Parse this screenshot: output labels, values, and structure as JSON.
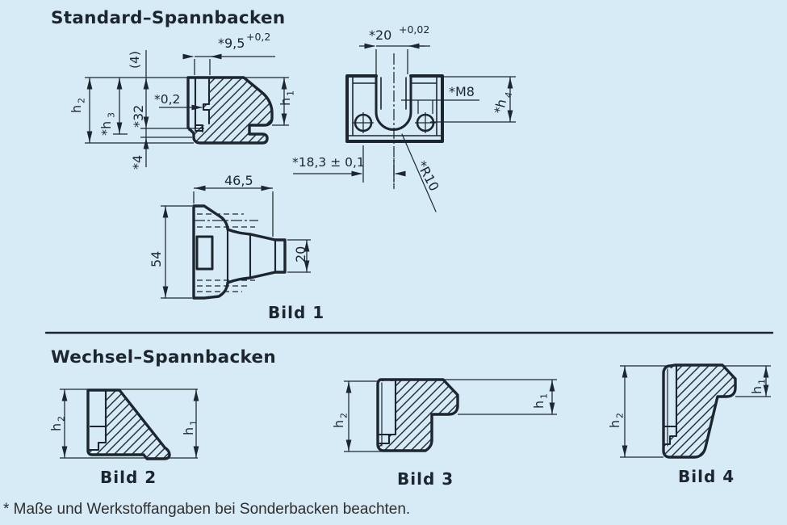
{
  "colors": {
    "background": "#d6ebf6",
    "line": "#1d262e"
  },
  "headings": {
    "standard": "Standard–Spannbacken",
    "wechsel": "Wechsel–Spannbacken"
  },
  "footnote": "* Maße und Werkstoffangaben bei Sonderbacken beachten.",
  "standard_side": {
    "h2_base": "h",
    "h2_sub": "2",
    "h3_base": "*h",
    "h3_sub": "3",
    "dim_32": "*32",
    "dim_4": "*4",
    "dim_4_ref": "(4)",
    "dim_clearance": "*0,2",
    "dim_slot_width": "*9,5",
    "dim_slot_width_tol": "+0,2",
    "h1_base": "h",
    "h1_sub": "1"
  },
  "standard_front": {
    "dim_width": "*20",
    "dim_width_tol": "+0,02",
    "thread_label": "*M8",
    "h4_base": "*h",
    "h4_sub": "4",
    "dim_hole_offset": "*18,3 ± 0,1",
    "radius_label": "*R10"
  },
  "standard_top": {
    "dim_length": "46,5",
    "dim_height": "54",
    "dim_tip_height": "20",
    "caption": "Bild 1"
  },
  "wechsel_bild2": {
    "h2_base": "h",
    "h2_sub": "2",
    "h1_base": "h",
    "h1_sub": "1",
    "caption": "Bild 2"
  },
  "wechsel_bild3": {
    "h2_base": "h",
    "h2_sub": "2",
    "h1_base": "h",
    "h1_sub": "1",
    "caption": "Bild 3"
  },
  "wechsel_bild4": {
    "h2_base": "h",
    "h2_sub": "2",
    "h1_base": "h",
    "h1_sub": "1",
    "caption": "Bild 4"
  }
}
